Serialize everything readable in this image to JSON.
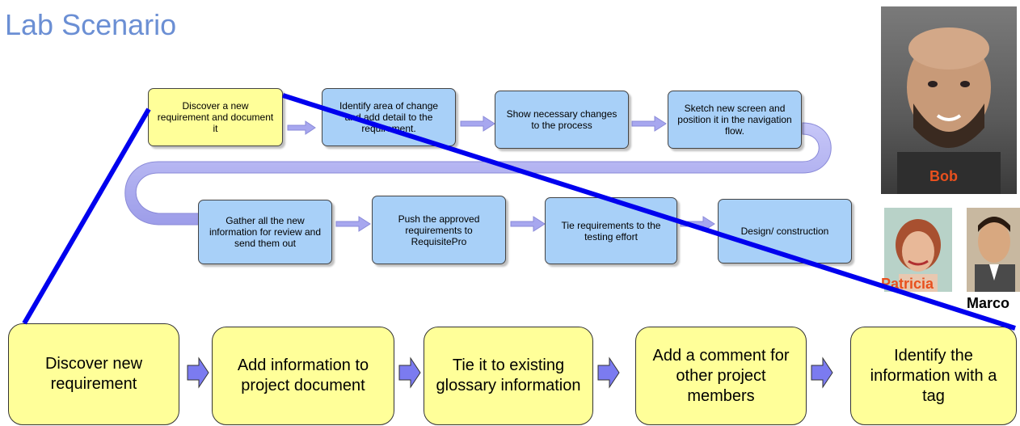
{
  "title": "Lab Scenario",
  "top_flow": [
    "Discover a new requirement and document it",
    "Identify area of change and add detail to the requirement.",
    "Show necessary changes to the process",
    "Sketch new screen and position it in the navigation flow.",
    "Gather all the new information for review and send them out",
    "Push the approved requirements to RequisitePro",
    "Tie requirements to the testing effort",
    "Design/ construction"
  ],
  "bottom_flow": [
    "Discover new requirement",
    "Add information to project document",
    "Tie it to existing glossary information",
    "Add a comment for other project members",
    "Identify the information with a tag"
  ],
  "people": {
    "bob": "Bob",
    "patricia": "Patricia",
    "marco": "Marco"
  },
  "colors": {
    "title": "#6b8fd4",
    "blue_box": "#a8d0f8",
    "yellow_box": "#ffff99",
    "connector_arrow": "#a7a7ef",
    "zoom_line": "#0000ee",
    "name_highlight": "#e8501e"
  }
}
